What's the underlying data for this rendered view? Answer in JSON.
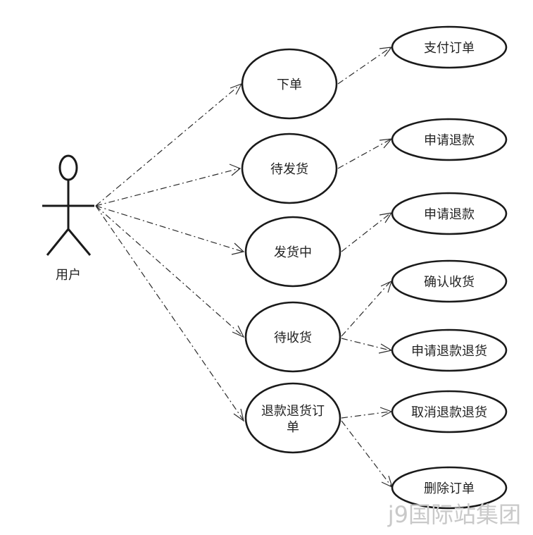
{
  "actor": {
    "label": "用户"
  },
  "usecases": {
    "xiadan": {
      "label": "下单"
    },
    "daifahuo": {
      "label": "待发货"
    },
    "fahuozhong": {
      "label": "发货中"
    },
    "daishouhuo": {
      "label": "待收货"
    },
    "tuikuan_order": {
      "line1": "退款退货订",
      "line2": "单"
    },
    "zhifu": {
      "label": "支付订单"
    },
    "tuikuan1": {
      "label": "申请退款"
    },
    "tuikuan2": {
      "label": "申请退款"
    },
    "queren": {
      "label": "确认收货"
    },
    "tuikuantuihuo": {
      "label": "申请退款退货"
    },
    "quxiao": {
      "label": "取消退款退货"
    },
    "shanchu": {
      "label": "删除订单"
    }
  },
  "watermark": "j9国际站集团"
}
